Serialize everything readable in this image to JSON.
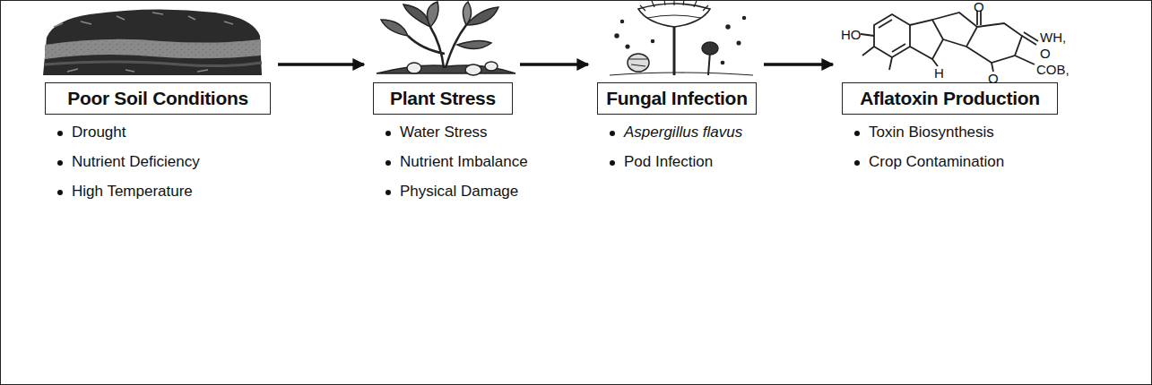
{
  "diagram": {
    "nodes": [
      {
        "text": [
          "Poor Soil Conditions",
          "Drought",
          "Nutrient Deficiency",
          "High Temperature"
        ]
      },
      {
        "text": [
          "Plant Stress",
          "Water Stress",
          "Nutrient Imbalance",
          "Physical Damage"
        ]
      },
      {
        "text": [
          "Fungal Infection",
          "Aspergillus flavus",
          "Pod Infection"
        ]
      },
      {
        "text": [
          "Aflatoxin Production",
          "Toxin Biosynthesis",
          "Crop Contamination"
        ]
      }
    ],
    "edges": [
      {
        "from": 0,
        "to": 1,
        "arrow": "to"
      },
      {
        "from": 1,
        "to": 2,
        "arrow": "to"
      },
      {
        "from": 2,
        "to": 3,
        "arrow": "to"
      }
    ],
    "labels": [
      "HO",
      "O",
      "WH,",
      "O",
      "H",
      "O",
      "COB,"
    ]
  }
}
